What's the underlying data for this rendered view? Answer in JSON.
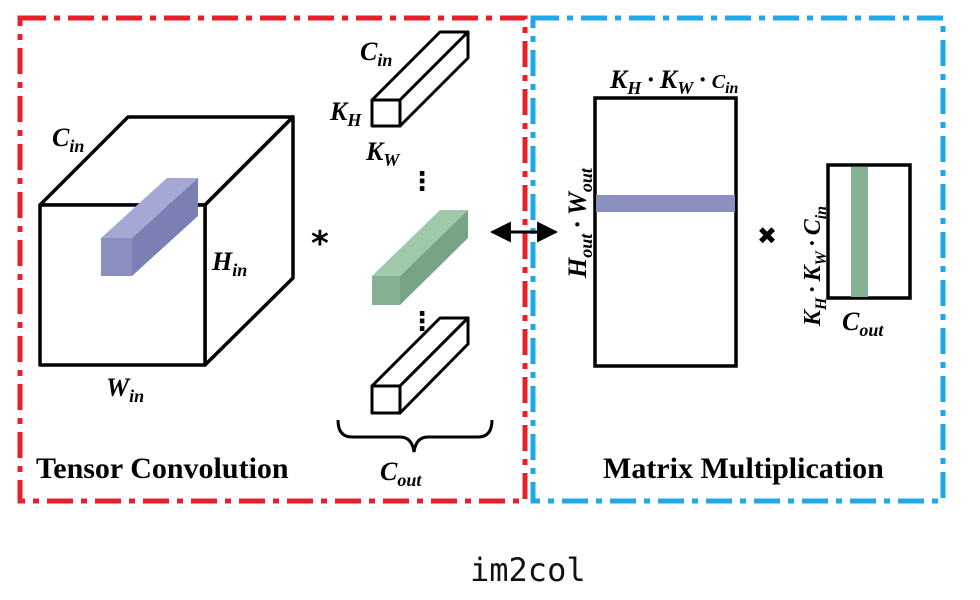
{
  "panels": {
    "left_title": "Tensor Convolution",
    "right_title": "Matrix Multiplication",
    "left_border_color": "#e8202a",
    "right_border_color": "#1ea8e8"
  },
  "caption": "im2col",
  "labels": {
    "c_in_main": "C",
    "c_in_main_sub": "in",
    "h_in": "H",
    "h_in_sub": "in",
    "w_in": "W",
    "w_in_sub": "in",
    "kernel_c": "C",
    "kernel_c_sub": "in",
    "kernel_h": "K",
    "kernel_h_sub": "H",
    "kernel_w": "K",
    "kernel_w_sub": "W",
    "c_out_left": "C",
    "c_out_left_sub": "out",
    "mat_top_k1": "K",
    "mat_top_k1_sub": "H",
    "mat_top_k2": "K",
    "mat_top_k2_sub": "W",
    "mat_top_c": "C",
    "mat_top_c_sub": "in",
    "mat_side_h": "H",
    "mat_side_h_sub": "out",
    "mat_side_w": "W",
    "mat_side_w_sub": "out",
    "w_side_k1": "K",
    "w_side_k1_sub": "H",
    "w_side_k2": "K",
    "w_side_k2_sub": "W",
    "w_side_c": "C",
    "w_side_c_sub": "in",
    "c_out_right": "C",
    "c_out_right_sub": "out",
    "dot": "·",
    "vdots": "⋮"
  },
  "operators": {
    "convolution": "*",
    "multiply": "✖",
    "equivalence_arrow": "double-arrow-icon"
  },
  "colors": {
    "input_patch": "#8a8fc0",
    "kernel_highlight": "#86b092",
    "row_highlight": "#8a8fc0",
    "column_highlight": "#86b092"
  }
}
